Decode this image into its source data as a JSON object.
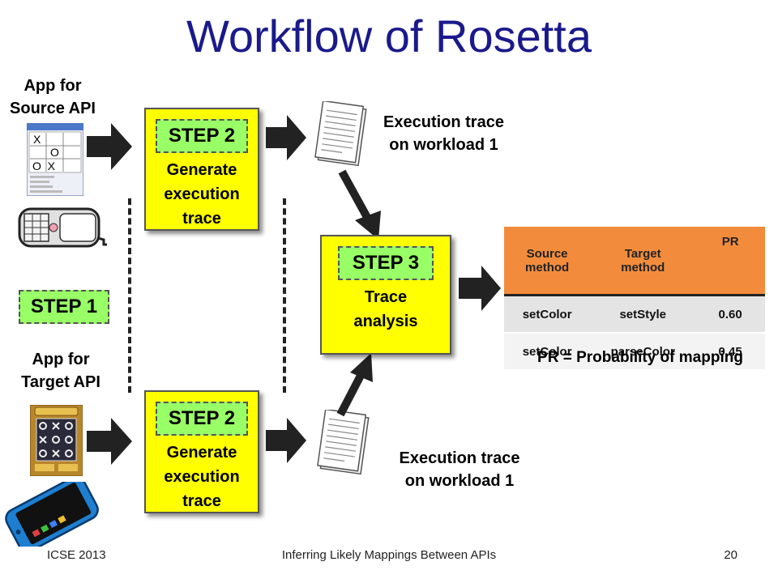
{
  "title": "Workflow of Rosetta",
  "source_app_label": "App for\nSource API",
  "target_app_label": "App for\nTarget API",
  "step1": "STEP 1",
  "step2_top": {
    "badge": "STEP 2",
    "text": "Generate\nexecution\ntrace"
  },
  "step2_bottom": {
    "badge": "STEP 2",
    "text": "Generate\nexecution\ntrace"
  },
  "step3": {
    "badge": "STEP 3",
    "text": "Trace\nanalysis"
  },
  "trace_top_label": "Execution trace\non workload 1",
  "trace_bottom_label": "Execution trace\non workload 1",
  "tictactoe_window": {
    "row1": "X",
    "row2": "O",
    "row3": "O  X"
  },
  "mapping_table": {
    "headers": [
      "Source\nmethod",
      "Target\nmethod",
      "PR"
    ],
    "rows": [
      [
        "setColor",
        "setStyle",
        "0.60"
      ],
      [
        "setColor",
        "parseColor",
        "0.45"
      ]
    ]
  },
  "pr_caption": "PR = Probability of mapping",
  "footer": {
    "left": "ICSE 2013",
    "center": "Inferring Likely Mappings Between APIs",
    "right": "20"
  },
  "colors": {
    "title": "#1a1a8c",
    "step_box": "#ffff00",
    "step_badge": "#99ff66",
    "table_header": "#f28c3c"
  },
  "icons": [
    "windows-app-icon",
    "feature-phone-icon",
    "mobile-game-icon",
    "smartphone-icon",
    "document-icon",
    "block-arrow-icon"
  ]
}
